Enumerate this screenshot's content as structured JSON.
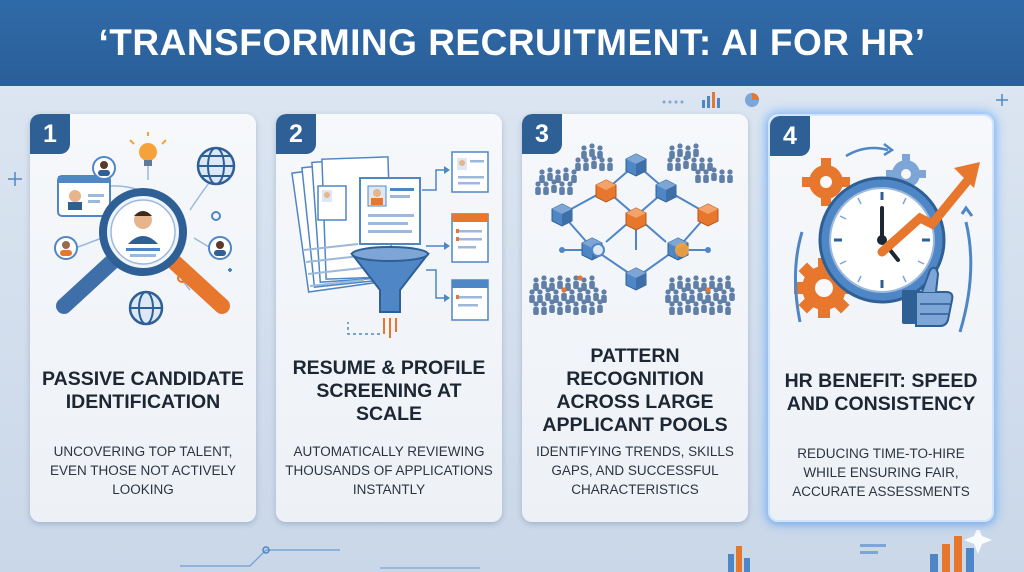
{
  "title": "‘TRANSFORMING RECRUITMENT: AI FOR HR’",
  "cards": [
    {
      "number": "1",
      "title": "PASSIVE CANDIDATE IDENTIFICATION",
      "description": "UNCOVERING TOP TALENT, EVEN THOSE NOT ACTIVELY LOOKING"
    },
    {
      "number": "2",
      "title": "RESUME & PROFILE SCREENING AT SCALE",
      "description": "AUTOMATICALLY REVIEWING THOUSANDS OF APPLICATIONS INSTANTLY"
    },
    {
      "number": "3",
      "title": "PATTERN RECOGNITION ACROSS LARGE APPLICANT POOLS",
      "description": "IDENTIFYING TRENDS, SKILLS GAPS, AND SUCCESSFUL CHARACTERISTICS"
    },
    {
      "number": "4",
      "title": "HR BENEFIT: SPEED AND CONSISTENCY",
      "description": "REDUCING TIME-TO-HIRE WHILE ENSURING FAIR, ACCURATE ASSESSMENTS"
    }
  ],
  "icons": {
    "card1": "magnifier-people-network-icon",
    "card2": "resume-funnel-icon",
    "card3": "network-crowd-icon",
    "card4": "clock-gears-thumbs-up-icon"
  },
  "colors": {
    "banner": "#2f6aa8",
    "accent_orange": "#e8772e",
    "accent_blue": "#2e5f95",
    "background": "#dfe8f3"
  }
}
